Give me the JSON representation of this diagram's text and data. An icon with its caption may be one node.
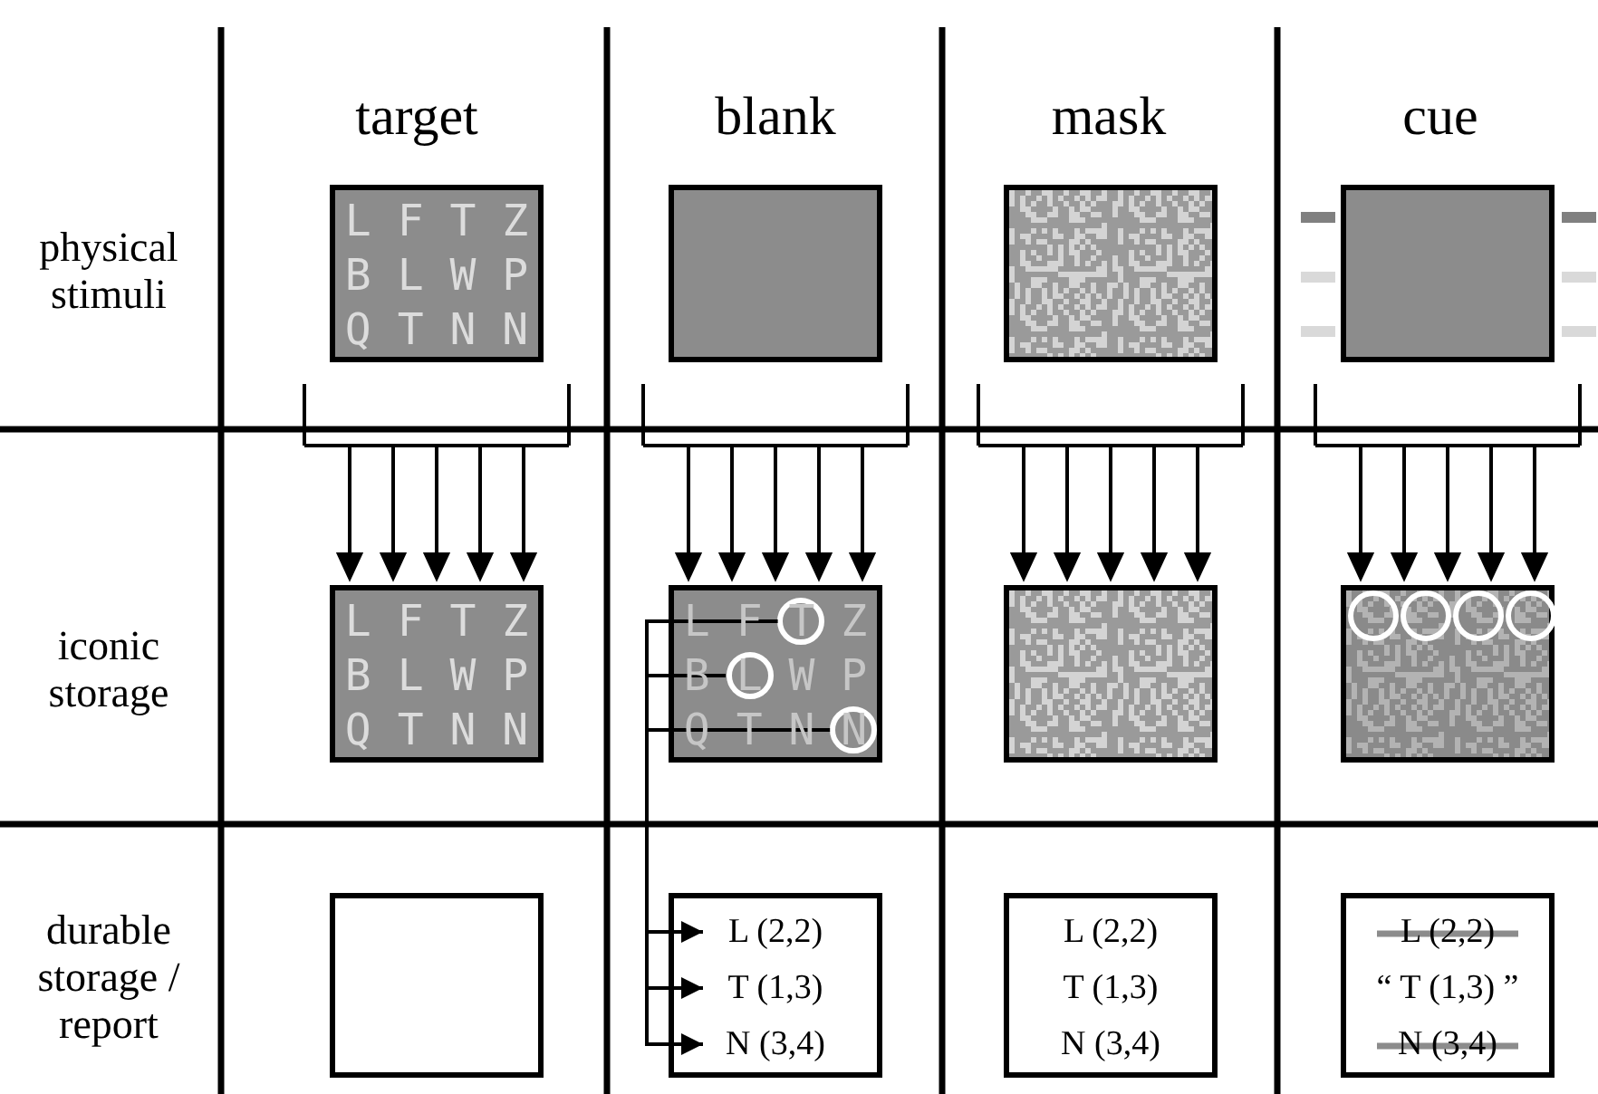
{
  "diagram": {
    "nodes": [
      {
        "text": [
          "L F T Z",
          "B L W P",
          "Q T N N"
        ]
      },
      {
        "text": [],
        "shape": "box"
      },
      {
        "text": [],
        "shape": "box"
      },
      {
        "text": [],
        "shape": "box"
      },
      {
        "text": [
          "L F T Z",
          "B L W P",
          "Q T N N"
        ]
      },
      {
        "text": [
          "L F T Z",
          "B L W P",
          "Q T N N"
        ]
      },
      {
        "text": [],
        "shape": "circle",
        "in": 5
      },
      {
        "text": [],
        "shape": "circle",
        "in": 5
      },
      {
        "text": [],
        "shape": "circle",
        "in": 5
      },
      {
        "text": [],
        "shape": "box"
      },
      {
        "text": [],
        "shape": "box"
      },
      {
        "text": [],
        "shape": "circle",
        "in": 10
      },
      {
        "text": [],
        "shape": "circle",
        "in": 10
      },
      {
        "text": [],
        "shape": "circle",
        "in": 10
      },
      {
        "text": [],
        "shape": "circle",
        "in": 10
      },
      {
        "text": [],
        "shape": "box"
      },
      {
        "text": [
          "L (2,2)",
          "T (1,3)",
          "N (3,4)"
        ]
      },
      {
        "text": [
          "L (2,2)",
          "T (1,3)",
          "N (3,4)"
        ]
      },
      {
        "text": [
          "L (2,2)",
          "“ T (1,3) ”",
          "N (3,4)"
        ]
      }
    ],
    "edges": [
      {
        "from": 0,
        "to": 4,
        "arrow": "to"
      },
      {
        "from": 1,
        "to": 5,
        "arrow": "to"
      },
      {
        "from": 2,
        "to": 9,
        "arrow": "to"
      },
      {
        "from": 3,
        "to": 10,
        "arrow": "to"
      },
      {
        "from": 6,
        "to": 16,
        "arrow": "to"
      },
      {
        "from": 7,
        "to": 16,
        "arrow": "to"
      },
      {
        "from": 8,
        "to": 16,
        "arrow": "to"
      }
    ],
    "labels": [
      "target",
      "blank",
      "mask",
      "cue",
      "physical stimuli",
      "iconic storage",
      "durable storage / report"
    ]
  }
}
